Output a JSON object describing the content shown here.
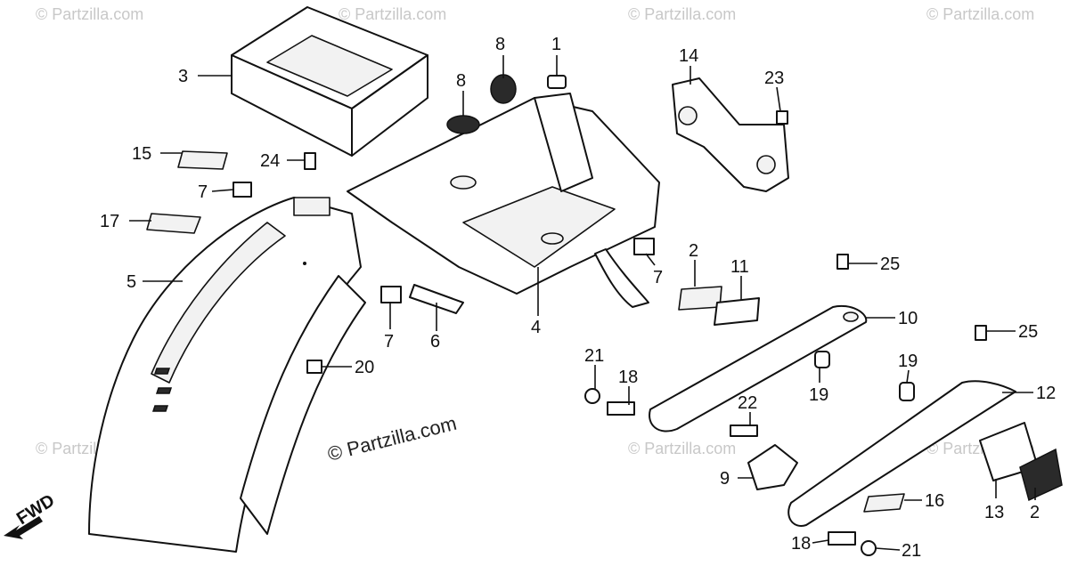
{
  "watermarks": {
    "main": "© Partzilla.com",
    "faint": "© Partzilla.com"
  },
  "fwd_label": "FWD",
  "callouts": {
    "c1": "1",
    "c2a": "2",
    "c2b": "2",
    "c3": "3",
    "c4": "4",
    "c5": "5",
    "c6": "6",
    "c7a": "7",
    "c7b": "7",
    "c7c": "7",
    "c8a": "8",
    "c8b": "8",
    "c9": "9",
    "c10": "10",
    "c11": "11",
    "c12": "12",
    "c13": "13",
    "c14": "14",
    "c15": "15",
    "c16": "16",
    "c17": "17",
    "c18a": "18",
    "c18b": "18",
    "c19a": "19",
    "c19b": "19",
    "c20": "20",
    "c21a": "21",
    "c21b": "21",
    "c22": "22",
    "c23": "23",
    "c24": "24",
    "c25a": "25",
    "c25b": "25"
  },
  "colors": {
    "ink": "#111111",
    "watermark": "#c8c8c8",
    "background": "#ffffff"
  }
}
